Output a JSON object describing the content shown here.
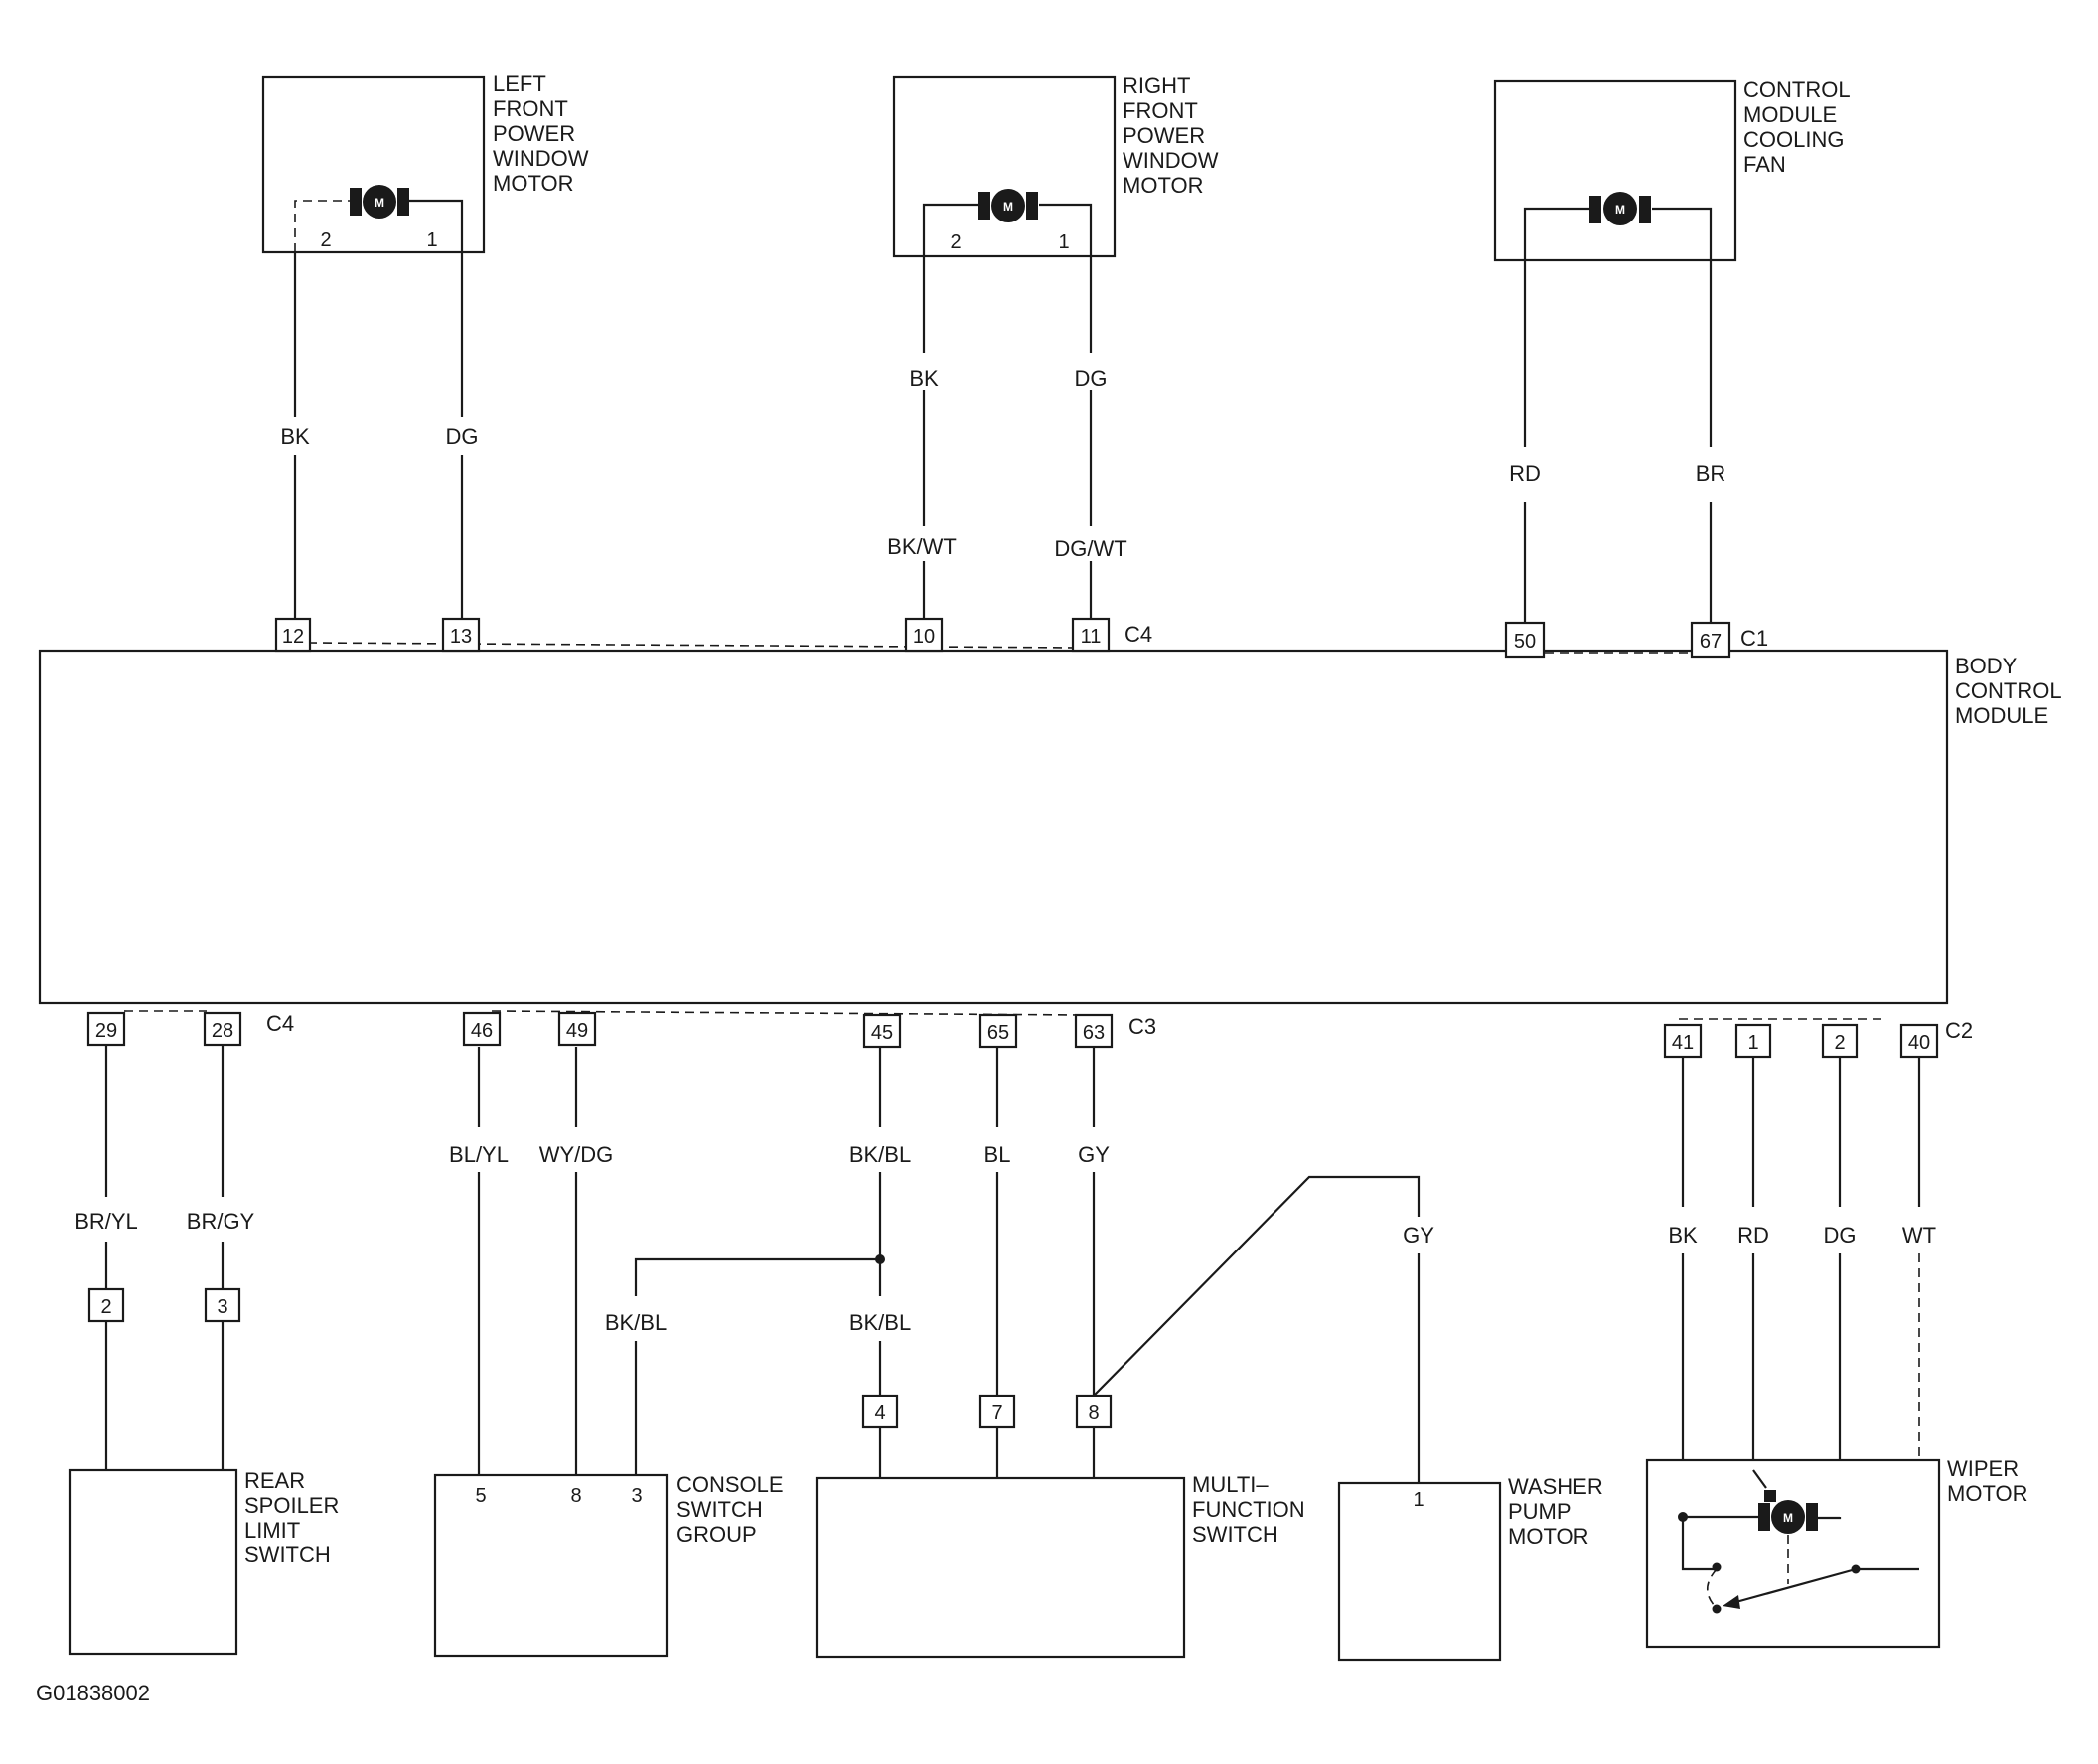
{
  "figure_id": "G01838002",
  "body_control_module": {
    "name_lines": [
      "BODY",
      "CONTROL",
      "MODULE"
    ],
    "connectors": {
      "top_left": "C4",
      "top_right": "C1",
      "bottom_left": "C4",
      "bottom_mid": "C3",
      "bottom_right": "C2"
    }
  },
  "components": {
    "left_front_window_motor": {
      "name_lines": [
        "LEFT",
        "FRONT",
        "POWER",
        "WINDOW",
        "MOTOR"
      ],
      "pins": [
        "2",
        "1"
      ],
      "motor_symbol": "M"
    },
    "right_front_window_motor": {
      "name_lines": [
        "RIGHT",
        "FRONT",
        "POWER",
        "WINDOW",
        "MOTOR"
      ],
      "pins": [
        "2",
        "1"
      ],
      "motor_symbol": "M"
    },
    "control_module_cooling_fan": {
      "name_lines": [
        "CONTROL",
        "MODULE",
        "COOLING",
        "FAN"
      ],
      "motor_symbol": "M"
    },
    "rear_spoiler_limit_switch": {
      "name_lines": [
        "REAR",
        "SPOILER",
        "LIMIT",
        "SWITCH"
      ]
    },
    "console_switch_group": {
      "name_lines": [
        "CONSOLE",
        "SWITCH",
        "GROUP"
      ],
      "pins": [
        "5",
        "8",
        "3"
      ]
    },
    "multi_function_switch": {
      "name_lines": [
        "MULTI–",
        "FUNCTION",
        "SWITCH"
      ]
    },
    "washer_pump_motor": {
      "name_lines": [
        "WASHER",
        "PUMP",
        "MOTOR"
      ],
      "pins": [
        "1"
      ]
    },
    "wiper_motor": {
      "name_lines": [
        "WIPER",
        "MOTOR"
      ],
      "motor_symbol": "M"
    }
  },
  "bcm_pins": {
    "top": [
      "12",
      "13",
      "10",
      "11",
      "50",
      "67"
    ],
    "bottom": [
      "29",
      "28",
      "46",
      "49",
      "45",
      "65",
      "63",
      "41",
      "1",
      "2",
      "40"
    ]
  },
  "inline_pins": {
    "spoiler": [
      "2",
      "3"
    ],
    "multi_function": [
      "4",
      "7",
      "8"
    ]
  },
  "wire_colors": {
    "lf_bk": "BK",
    "lf_dg": "DG",
    "rf_bk": "BK",
    "rf_dg": "DG",
    "rf_bkwt": "BK/WT",
    "rf_dgwt": "DG/WT",
    "fan_rd": "RD",
    "fan_br": "BR",
    "sp_bryl": "BR/YL",
    "sp_brgy": "BR/GY",
    "cs_blyl": "BL/YL",
    "cs_wydg": "WY/DG",
    "cs_bkbl": "BK/BL",
    "mf_bkbl_top": "BK/BL",
    "mf_bkbl": "BK/BL",
    "mf_bl": "BL",
    "mf_gy": "GY",
    "wp_gy": "GY",
    "wi_bk": "BK",
    "wi_rd": "RD",
    "wi_dg": "DG",
    "wi_wt": "WT"
  }
}
